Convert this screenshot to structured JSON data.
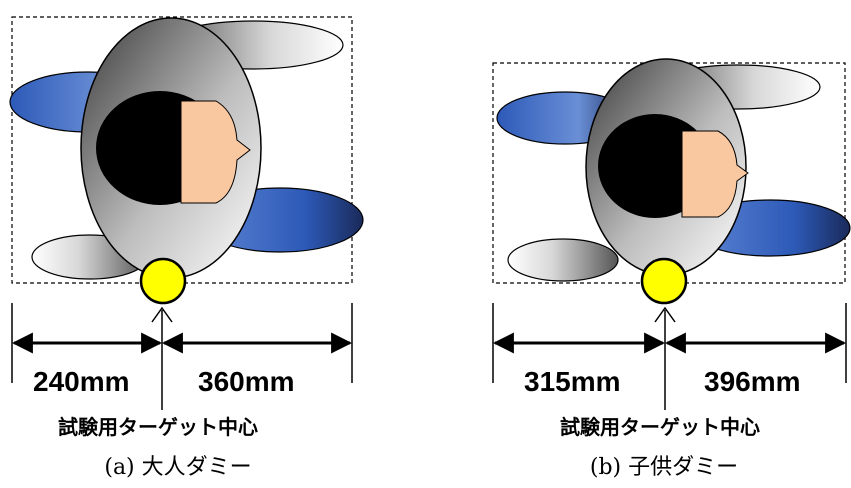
{
  "panels": {
    "adult": {
      "left_dimension": "240mm",
      "right_dimension": "360mm",
      "target_label": "試験用ターゲット中心",
      "caption": "(a) 大人ダミー"
    },
    "child": {
      "left_dimension": "315mm",
      "right_dimension": "396mm",
      "target_label": "試験用ターゲット中心",
      "caption": "(b) 子供ダミー"
    }
  },
  "colors": {
    "target": "#ffff00",
    "face": "#f9c7a0",
    "limb_blue": "#2f5fb8",
    "body_gray": "#888888",
    "outline": "#000000"
  }
}
